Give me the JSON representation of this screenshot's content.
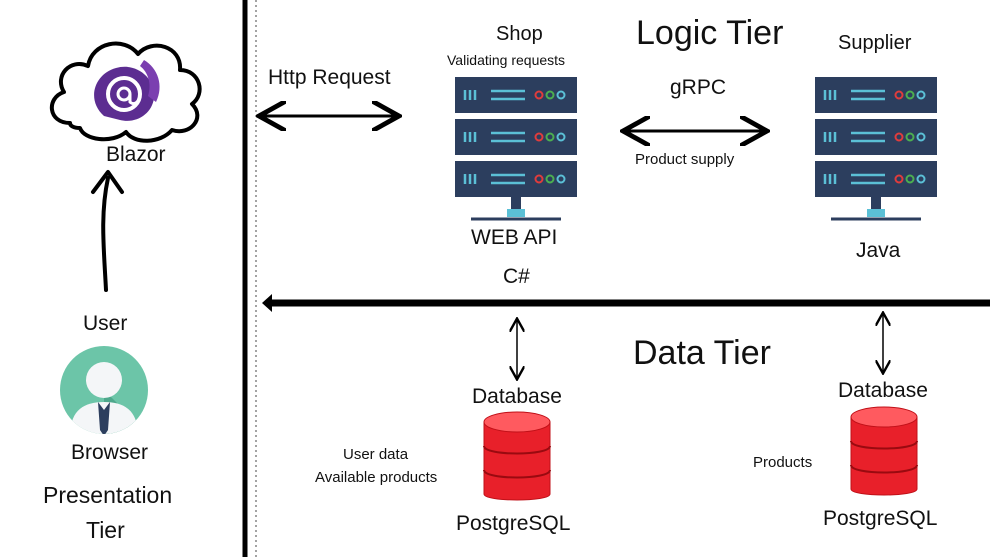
{
  "presentation": {
    "cloud_label": "Blazor",
    "user_label": "User",
    "browser_label": "Browser",
    "tier_label_line1": "Presentation",
    "tier_label_line2": "Tier"
  },
  "logic": {
    "tier_title": "Logic Tier",
    "http_label": "Http Request",
    "grpc_label": "gRPC",
    "grpc_sublabel": "Product supply",
    "shop": {
      "title": "Shop",
      "subtitle": "Validating requests",
      "label1": "WEB API",
      "label2": "C#"
    },
    "supplier": {
      "title": "Supplier",
      "label": "Java"
    }
  },
  "data": {
    "tier_title": "Data Tier",
    "left_db": {
      "title": "Database",
      "engine": "PostgreSQL",
      "notes": [
        "User data",
        "Available products"
      ]
    },
    "right_db": {
      "title": "Database",
      "engine": "PostgreSQL",
      "notes": [
        "Products"
      ]
    }
  },
  "colors": {
    "server_body": "#2c3e5e",
    "server_line": "#5bc0d6",
    "led_red": "#e03c3c",
    "led_green": "#4caf50",
    "led_blue": "#5bc0d6",
    "db_red": "#e8202a",
    "blazor_purple": "#5c2d91",
    "user_circle": "#6cc5a8"
  },
  "icons": [
    "cloud-icon",
    "blazor-icon",
    "user-icon",
    "server-icon",
    "database-icon"
  ]
}
